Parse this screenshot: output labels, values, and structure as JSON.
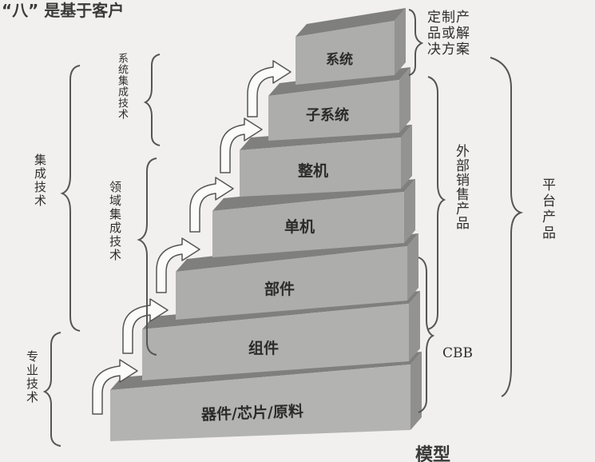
{
  "header_fragment": "“八” 是基于客户",
  "footer_fragment": "模型",
  "steps": [
    {
      "label": "器件/芯片/原料"
    },
    {
      "label": "组件"
    },
    {
      "label": "部件"
    },
    {
      "label": "单机"
    },
    {
      "label": "整机"
    },
    {
      "label": "子系统"
    },
    {
      "label": "系统"
    }
  ],
  "left_labels": {
    "integration": "集成技术",
    "specialty": "专业技术",
    "system_integration": "系统集成技术",
    "domain_integration": "领域集成技术"
  },
  "right_labels": {
    "custom": [
      "定制产",
      "品或解",
      "决方案"
    ],
    "external_sales": "外部销售产品",
    "cbb": "CBB",
    "platform": "平台产品"
  },
  "colors": {
    "background": "#f1f0ee",
    "front": "#adadab",
    "top": "#7f7f7d",
    "side": "#9a9a98",
    "text": "#2e2e2e",
    "bracket": "#555555"
  }
}
